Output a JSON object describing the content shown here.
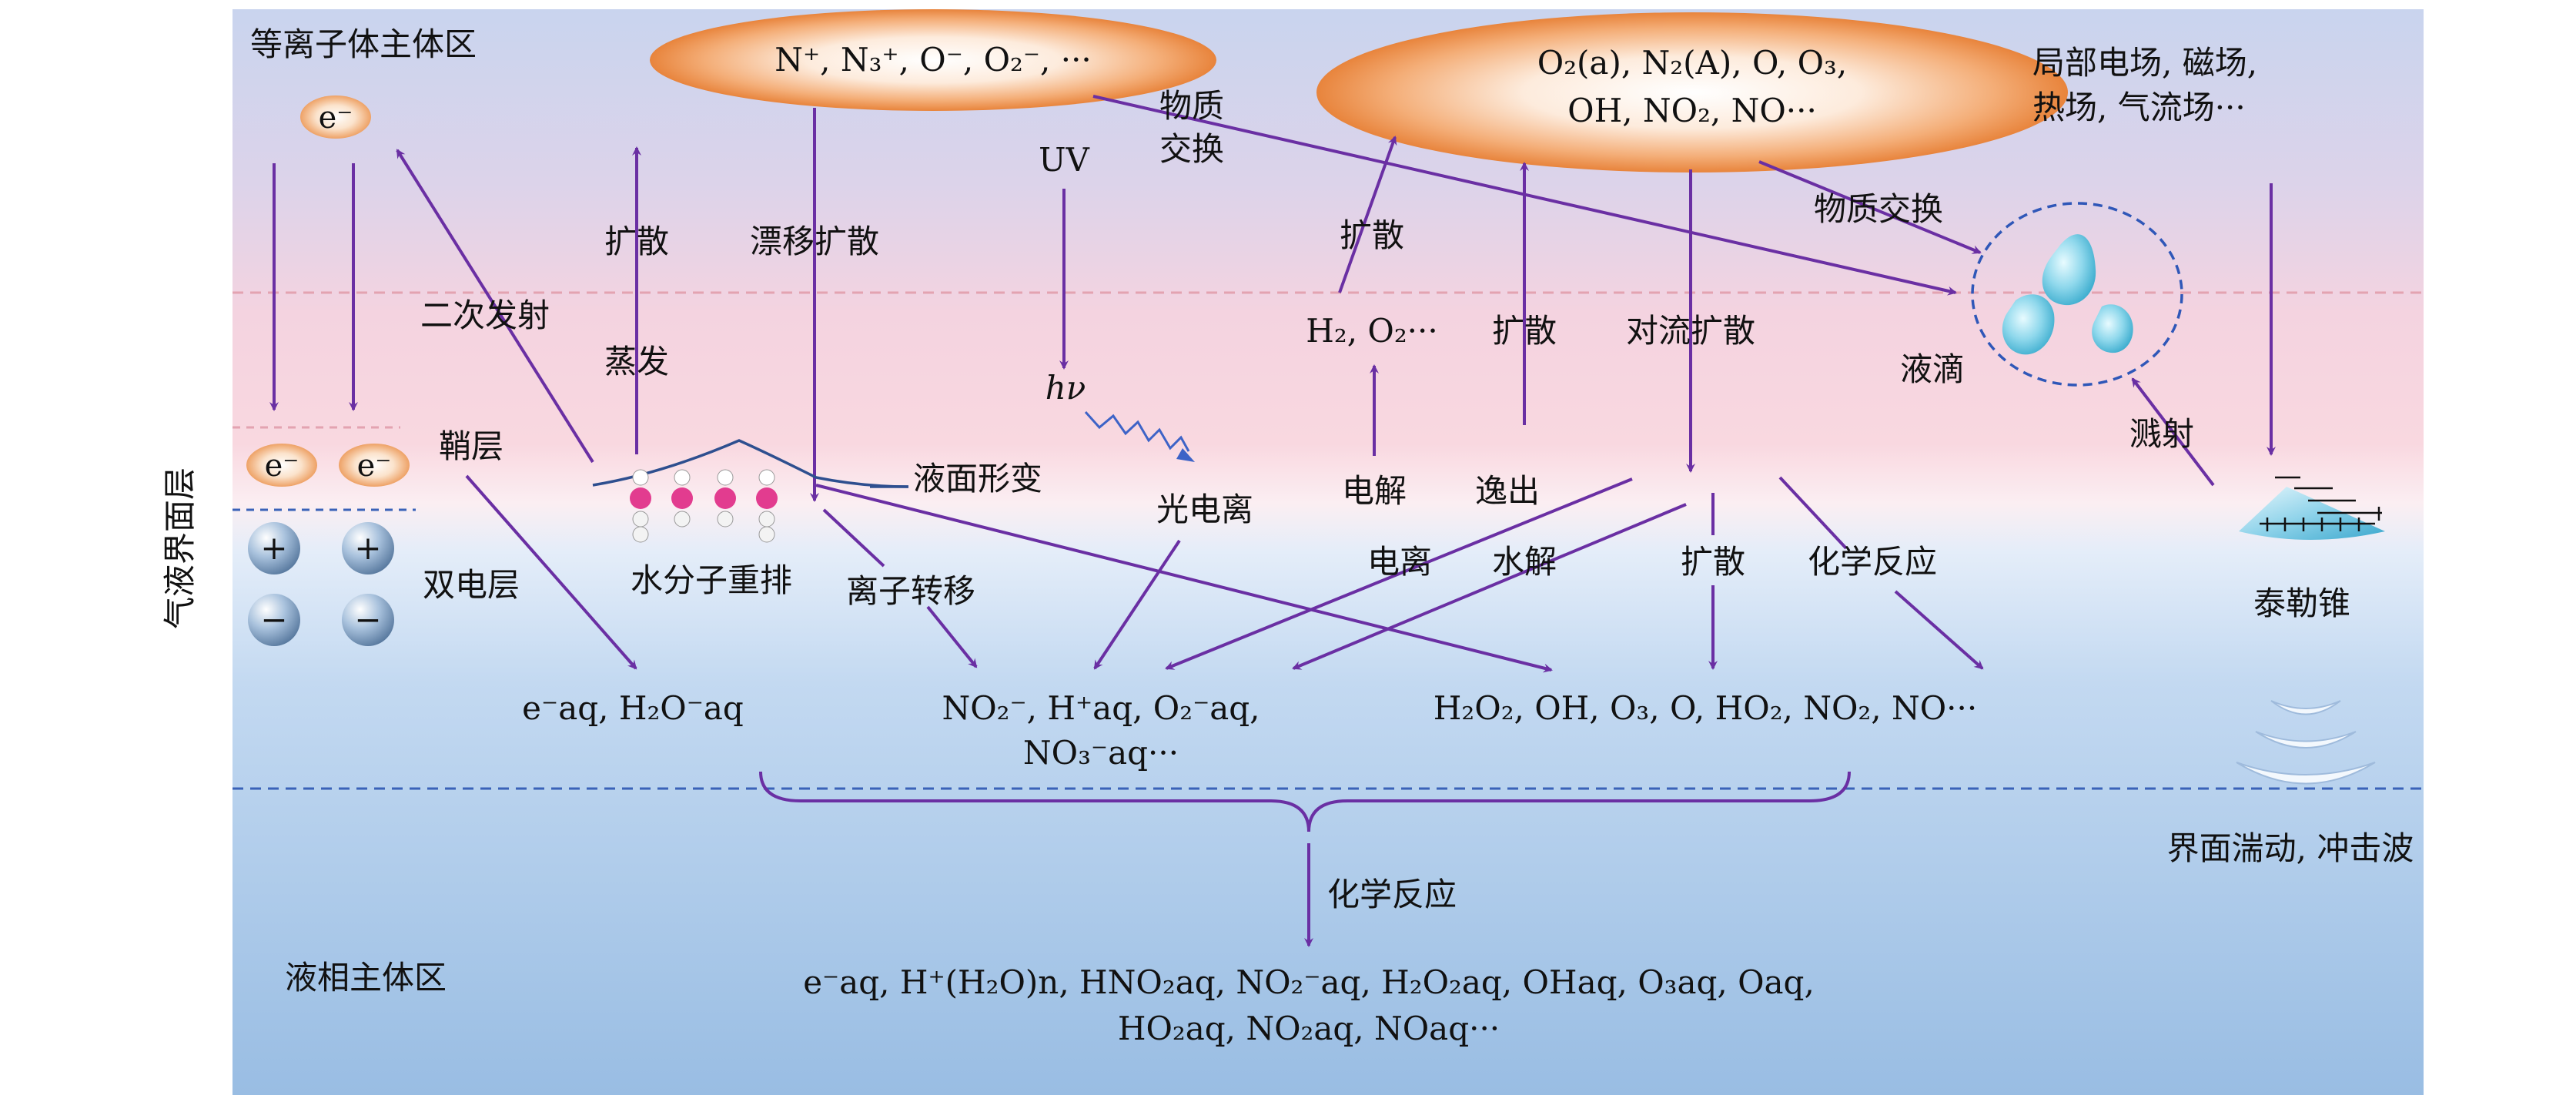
{
  "colors": {
    "plasma_top": "#c7d3ec",
    "plasma_mid": "#e9cfe0",
    "pink_band": "#f7d5dd",
    "liquid_light": "#d7e6f7",
    "liquid_deep": "#9cbfe4",
    "arrow": "#6a2fa3",
    "ellipse_core": "#fdf4ea",
    "ellipse_edge": "#ea8a44",
    "dash_pink": "#e6a9b4",
    "dash_blue": "#3a62b8"
  },
  "regions": {
    "plasma_bulk": "等离子体主体区",
    "interface_layer": "气液界面层",
    "liquid_bulk": "液相主体区"
  },
  "species": {
    "gas_ions": "N⁺, N₃⁺, O⁻, O₂⁻, ···",
    "gas_neutrals_line1": "O₂(a), N₂(A), O, O₃,",
    "gas_neutrals_line2": "OH, NO₂, NO···",
    "electron": "e⁻",
    "h2_o2": "H₂, O₂···",
    "solvated_electron": "e⁻aq, H₂O⁻aq",
    "nitrite_group_line1": "NO₂⁻, H⁺aq, O₂⁻aq,",
    "nitrite_group_line2": "NO₃⁻aq···",
    "oxidants": "H₂O₂, OH, O₃, O, HO₂, NO₂, NO···",
    "final_line1": "e⁻aq, H⁺(H₂O)n, HNO₂aq, NO₂⁻aq, H₂O₂aq, OHaq, O₃aq, Oaq,",
    "final_line2": "HO₂aq, NO₂aq, NOaq···"
  },
  "fields": {
    "line1": "局部电场, 磁场,",
    "line2": "热场, 气流场···"
  },
  "processes": {
    "mass_exchange_1a": "物质",
    "mass_exchange_1b": "交换",
    "mass_exchange_2": "物质交换",
    "uv": "UV",
    "photon": "hν",
    "diffusion": "扩散",
    "drift_diffusion": "漂移扩散",
    "secondary_emission": "二次发射",
    "evaporation": "蒸发",
    "convective_diffusion": "对流扩散",
    "droplets": "液滴",
    "sheath": "鞘层",
    "surface_deformation": "液面形变",
    "photoionization": "光电离",
    "electrolysis": "电解",
    "escape": "逸出",
    "sputtering": "溅射",
    "double_layer": "双电层",
    "water_rearrangement": "水分子重排",
    "ion_transfer": "离子转移",
    "ionization": "电离",
    "hydrolysis": "水解",
    "chemical_reaction": "化学反应",
    "taylor_cone": "泰勒锥",
    "interface_turbulence": "界面湍动, 冲击波"
  },
  "charges": {
    "plus": "+",
    "minus": "−"
  }
}
